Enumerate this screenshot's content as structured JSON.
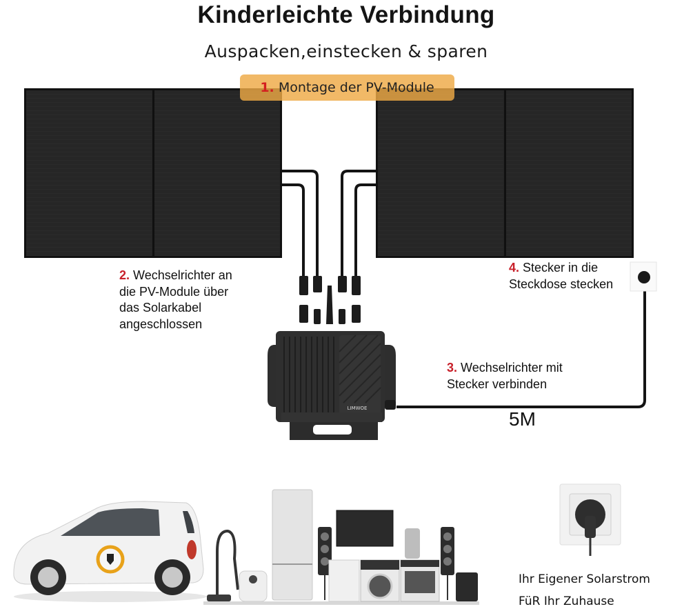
{
  "header": {
    "title": "Kinderleichte Verbindung",
    "subtitle": "Auspacken,einstecken & sparen"
  },
  "steps": [
    {
      "number": "1.",
      "text": "Montage der PV-Module"
    },
    {
      "number": "2.",
      "lines": [
        "Wechselrichter an",
        "die PV-Module über",
        "das Solarkabel",
        "angeschlossen"
      ]
    },
    {
      "number": "3.",
      "lines": [
        "Wechselrichter mit",
        "Stecker verbinden"
      ]
    },
    {
      "number": "4.",
      "lines": [
        "Stecker in die",
        "Steckdose stecken"
      ]
    }
  ],
  "cable": {
    "length_label": "5M"
  },
  "inverter": {
    "brand_label": "LIMWOE"
  },
  "footer": {
    "tagline_line1": "Ihr Eigener Solarstrom",
    "tagline_line2": "FüR Ihr Zuhause"
  },
  "colors": {
    "accent_orange": "#EEAA46",
    "step_number_red": "#C8202A",
    "panel_dark": "#252525"
  }
}
